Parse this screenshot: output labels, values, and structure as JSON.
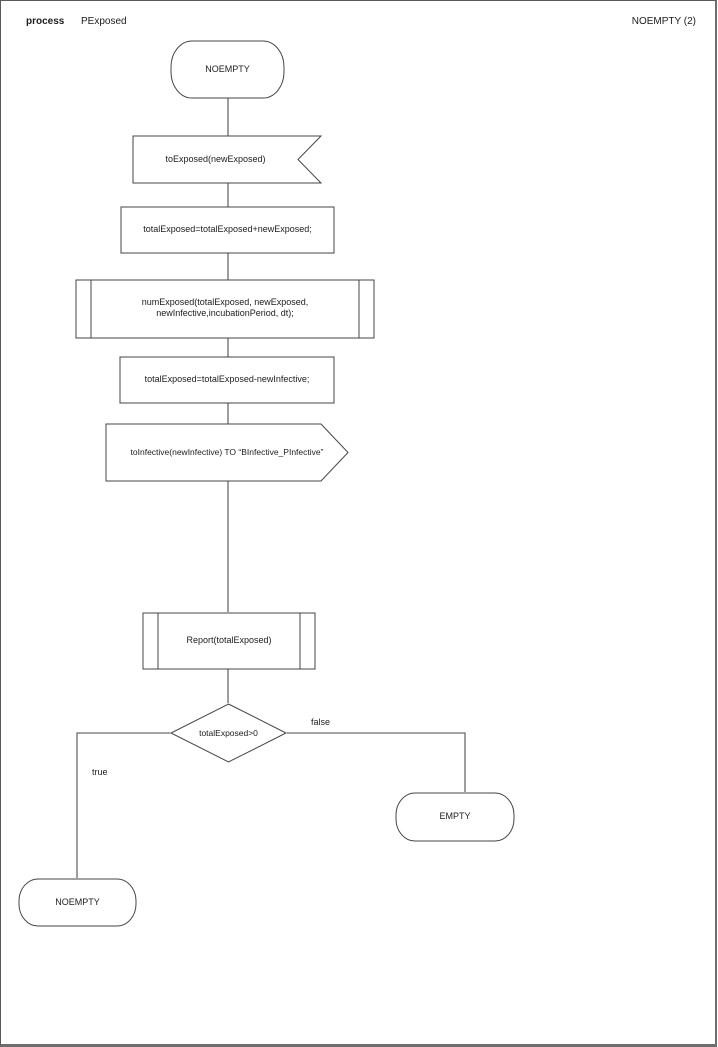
{
  "header": {
    "kind_label": "process",
    "process_name": "PExposed",
    "page_label": "NOEMPTY (2)"
  },
  "colors": {
    "shape_stroke": "#454545",
    "connector_stroke": "#6a6a6a",
    "background": "#ffffff"
  },
  "diagram": {
    "nodes": [
      {
        "id": "start-state",
        "type": "state",
        "label": "NOEMPTY"
      },
      {
        "id": "input-signal",
        "type": "input-signal",
        "label": "toExposed(newExposed)"
      },
      {
        "id": "task-1",
        "type": "task",
        "label": "totalExposed=totalExposed+newExposed;"
      },
      {
        "id": "procedure-1",
        "type": "procedure-call",
        "label_line1": "numExposed(totalExposed, newExposed,",
        "label_line2": "newInfective,incubationPeriod, dt);"
      },
      {
        "id": "task-2",
        "type": "task",
        "label": "totalExposed=totalExposed-newInfective;"
      },
      {
        "id": "output-signal",
        "type": "output-signal",
        "label": "toInfective(newInfective) TO “BInfective_PInfective”"
      },
      {
        "id": "procedure-2",
        "type": "procedure-call",
        "label": "Report(totalExposed)"
      },
      {
        "id": "decision",
        "type": "decision",
        "label": "totalExposed>0"
      },
      {
        "id": "empty-state",
        "type": "state",
        "label": "EMPTY"
      },
      {
        "id": "noempty-state",
        "type": "state",
        "label": "NOEMPTY"
      }
    ],
    "edge_labels": {
      "true_branch": "true",
      "false_branch": "false"
    }
  }
}
